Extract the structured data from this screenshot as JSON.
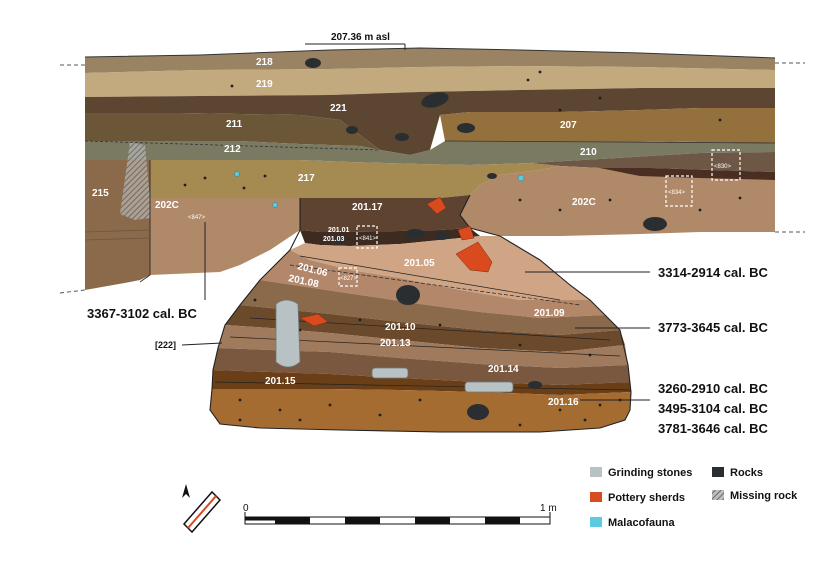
{
  "elevation_label": "207.36 m asl",
  "colors": {
    "grinding_stone": "#b8c1c3",
    "pottery": "#d94a1e",
    "malacofauna": "#5ccbe0",
    "rock": "#2a2e30",
    "brown_dark": "#6b4a2c",
    "brown_mid": "#8b6a4c",
    "brown_light": "#c9a07c",
    "tan": "#a58a52",
    "grey_brown": "#7d7561",
    "deep_orange": "#8a4f1c"
  },
  "layers": {
    "l218": "218",
    "l219": "219",
    "l221": "221",
    "l211": "211",
    "l207": "207",
    "l212": "212",
    "l210": "210",
    "l217": "217",
    "l215": "215",
    "l202c_left": "202C",
    "l202c_right": "202C",
    "l201_17": "201.17",
    "l201_01": "201.01",
    "l201_03": "201.03",
    "l201_05": "201.05",
    "l201_06": "201.06",
    "l201_08": "201.08",
    "l201_09": "201.09",
    "l201_10": "201.10",
    "l201_13": "201.13",
    "l201_14": "201.14",
    "l201_15": "201.15",
    "l201_16": "201.16",
    "feature_222": "[222]"
  },
  "samples": {
    "s847": "<847>",
    "s830": "<830>",
    "s834": "<834>",
    "s841": "<841>",
    "s827": "<827>"
  },
  "dates": {
    "d1": "3314-2914 cal. BC",
    "d2": "3367-3102 cal. BC",
    "d3": "3773-3645 cal. BC",
    "d4": "3260-2910 cal. BC",
    "d5": "3495-3104 cal. BC",
    "d6": "3781-3646 cal. BC"
  },
  "legend": {
    "grinding": "Grinding stones",
    "pottery": "Pottery sherds",
    "malacofauna": "Malacofauna",
    "rocks": "Rocks",
    "missing": "Missing rock"
  },
  "scale": {
    "start": "0",
    "end": "1 m"
  }
}
